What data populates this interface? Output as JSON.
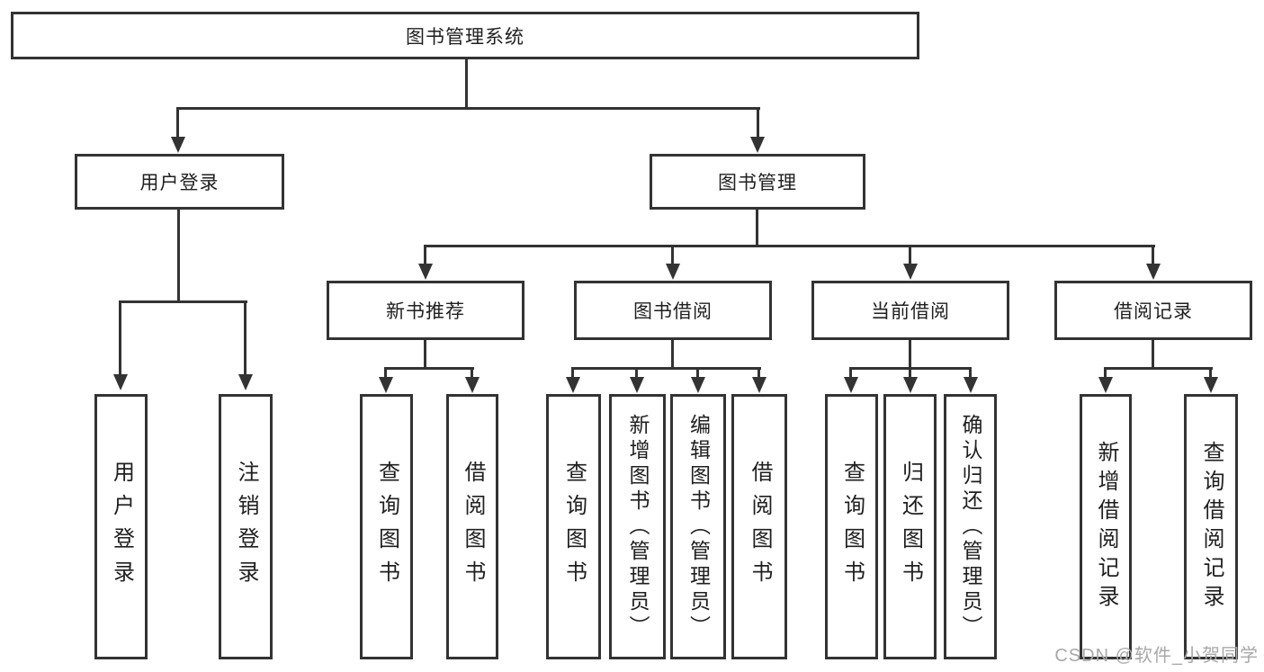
{
  "title": "图书管理系统",
  "tree": {
    "label": "图书管理系统",
    "children": [
      {
        "label": "用户登录",
        "children": [
          {
            "label": "用户登录"
          },
          {
            "label": "注销登录"
          }
        ]
      },
      {
        "label": "图书管理",
        "children": [
          {
            "label": "新书推荐",
            "children": [
              {
                "label": "查询图书"
              },
              {
                "label": "借阅图书"
              }
            ]
          },
          {
            "label": "图书借阅",
            "children": [
              {
                "label": "查询图书"
              },
              {
                "label": "新增图书（管理员）"
              },
              {
                "label": "编辑图书（管理员）"
              },
              {
                "label": "借阅图书"
              }
            ]
          },
          {
            "label": "当前借阅",
            "children": [
              {
                "label": "查询图书"
              },
              {
                "label": "归还图书"
              },
              {
                "label": "确认归还（管理员）"
              }
            ]
          },
          {
            "label": "借阅记录",
            "children": [
              {
                "label": "新增借阅记录"
              },
              {
                "label": "查询借阅记录"
              }
            ]
          }
        ]
      }
    ]
  },
  "watermark": {
    "text": "CSDN @软件_小贺同学"
  },
  "colors": {
    "line": "#333333",
    "text": "#1f1f1f",
    "background": "#ffffff",
    "watermark": "#a8a8a8"
  }
}
